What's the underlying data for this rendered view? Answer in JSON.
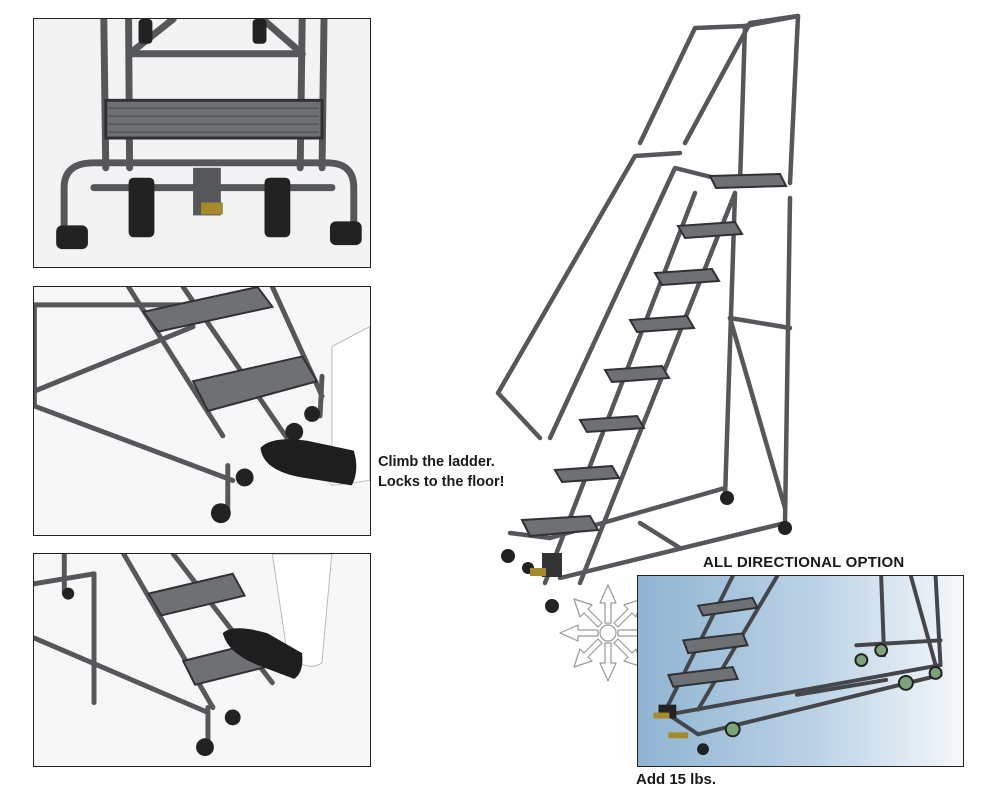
{
  "captions": {
    "climb_line1": "Climb the ladder.",
    "climb_line2": "Locks to the floor!",
    "option_title": "ALL DIRECTIONAL OPTION",
    "option_weight": "Add 15 lbs."
  },
  "colors": {
    "steel": "#55575a",
    "steel_dark": "#2f3134",
    "tread": "#6e7073",
    "caster": "#222222",
    "option_bg": "#a9c5dd",
    "wheel_green": "#7ca37a"
  },
  "icons": [
    "eight-direction-arrows-icon"
  ]
}
